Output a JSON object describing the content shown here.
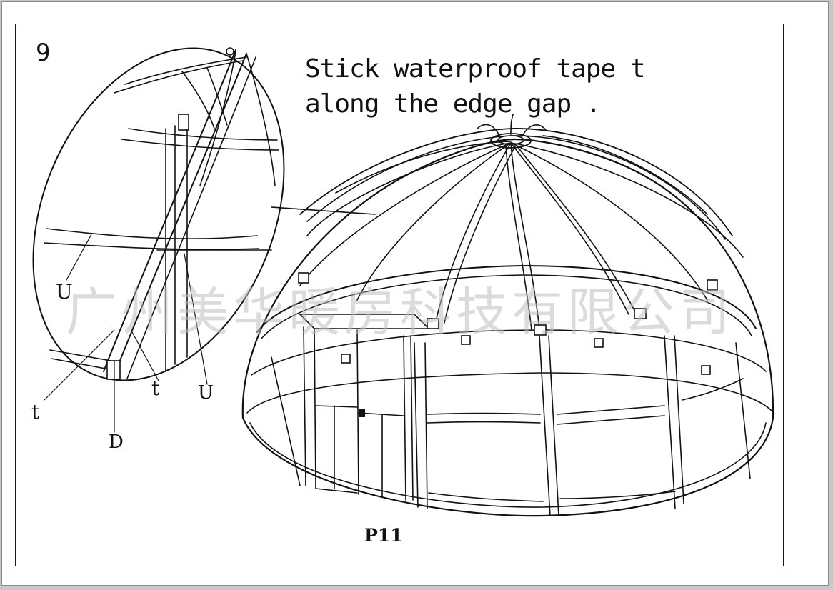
{
  "step": {
    "number": "9"
  },
  "instruction": {
    "line1": "Stick waterproof tape t",
    "line2": "along the edge gap ."
  },
  "labels": {
    "u_upper": "U",
    "u_lower": "U",
    "t_left": "t",
    "t_mid": "t",
    "d": "D"
  },
  "watermark": "广州美华暖房科技有限公司",
  "page_number": "P11",
  "colors": {
    "line": "#111111",
    "watermark": "#bebebe",
    "background": "#ffffff"
  }
}
